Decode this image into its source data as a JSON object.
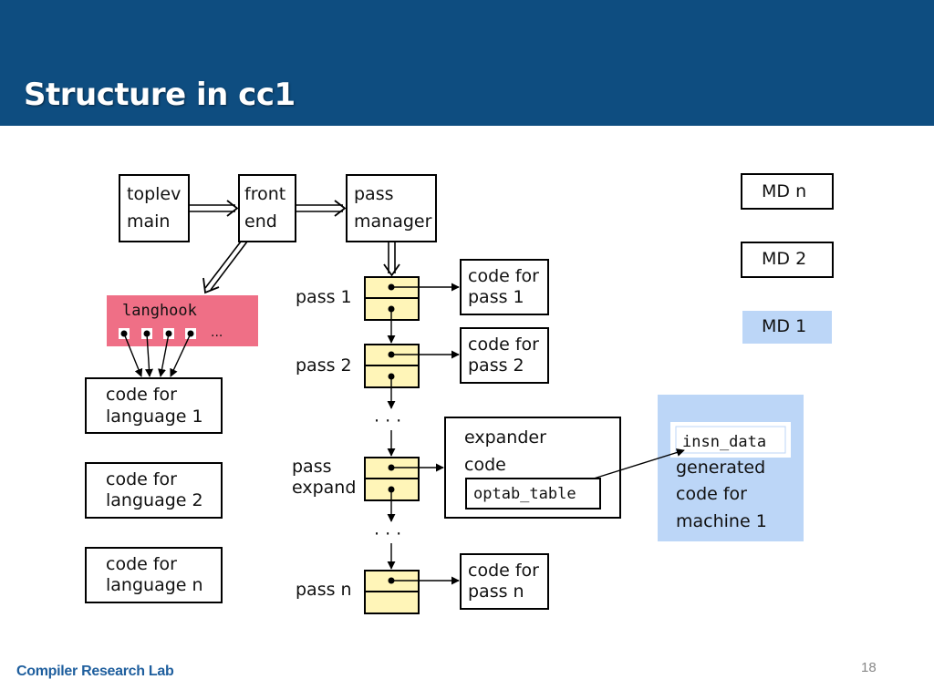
{
  "slide": {
    "title": "Structure in cc1",
    "footer": "Compiler Research Lab",
    "page_number": "18"
  },
  "diagram": {
    "toplev": [
      "toplev",
      "main"
    ],
    "front_end": [
      "front",
      "end"
    ],
    "pass_manager": [
      "pass",
      "manager"
    ],
    "langhook": "langhook",
    "langhook_more": "...",
    "languages": [
      [
        "code for",
        "language 1"
      ],
      [
        "code for",
        "language 2"
      ],
      [
        "code for",
        "language n"
      ]
    ],
    "passes": {
      "pass1": "pass 1",
      "pass2": "pass 2",
      "dots": "· · ·",
      "expand": [
        "pass",
        "expand"
      ],
      "passn": "pass n"
    },
    "pass_codes": {
      "pass1": [
        "code for",
        "pass 1"
      ],
      "pass2": [
        "code for",
        "pass 2"
      ],
      "passn": [
        "code for",
        "pass n"
      ]
    },
    "expander": [
      "expander",
      "code"
    ],
    "optab_table": "optab_table",
    "machine": {
      "insn_data": "insn_data",
      "lines": [
        "generated",
        "code for",
        "machine 1"
      ]
    },
    "md": [
      "MD n",
      "MD 2",
      "MD 1"
    ],
    "colors": {
      "langhook_bg": "#ef6f86",
      "pass_slot_bg": "#fff5b8",
      "machine_bg": "#bcd6f7",
      "header_bg": "#0e4d80"
    }
  }
}
